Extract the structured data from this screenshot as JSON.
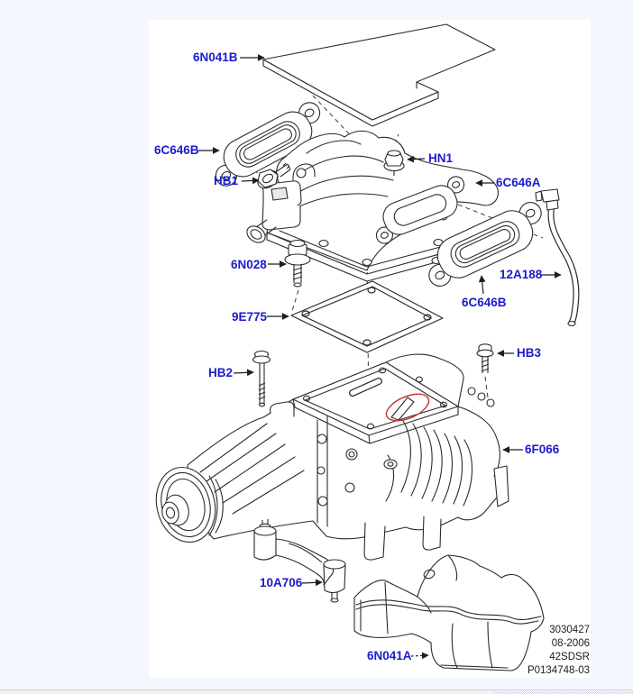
{
  "diagram": {
    "kind": "exploded-parts-diagram",
    "callouts": [
      {
        "code": "6N041B"
      },
      {
        "code": "6C646B"
      },
      {
        "code": "HB1"
      },
      {
        "code": "HN1"
      },
      {
        "code": "6C646A"
      },
      {
        "code": "6N028"
      },
      {
        "code": "12A188"
      },
      {
        "code": "6C646B"
      },
      {
        "code": "9E775"
      },
      {
        "code": "HB2"
      },
      {
        "code": "HB3"
      },
      {
        "code": "6F066"
      },
      {
        "code": "10A706"
      },
      {
        "code": "6N041A"
      }
    ],
    "footer": {
      "lines": [
        "3030427",
        "08-2006",
        "42SDSR",
        "P0134748-03"
      ]
    },
    "colors": {
      "callout_text": "#1b1bce",
      "line_art": "#2b2b2b",
      "highlight_circle": "#c0392b",
      "page_background": "#f4f7fd",
      "panel_background": "#ffffff"
    }
  }
}
